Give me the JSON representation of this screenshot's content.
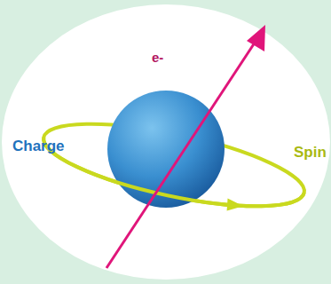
{
  "diagram": {
    "labels": [
      "e-",
      "Charge",
      "Spin"
    ]
  }
}
